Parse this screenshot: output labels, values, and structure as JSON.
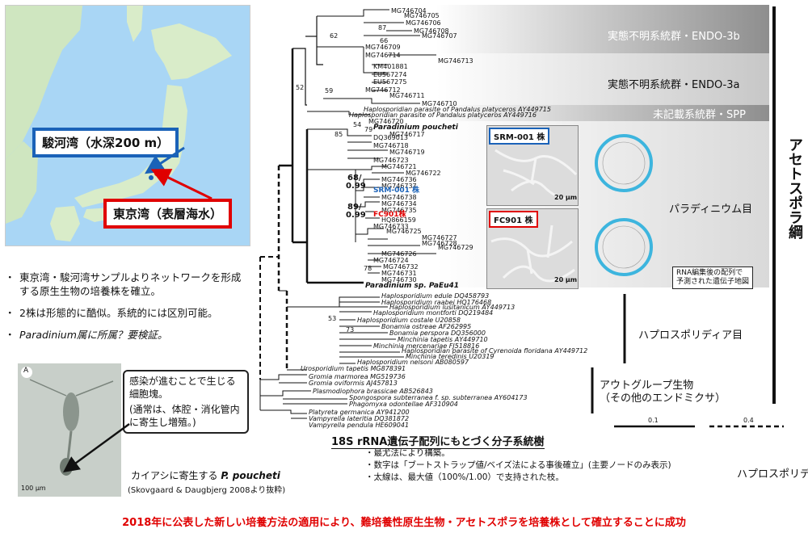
{
  "map": {
    "suruga_label": "駿河湾（水深200 m）",
    "suruga_color": "#1a62b8",
    "tokyo_label": "東京湾（表層海水）",
    "tokyo_color": "#e00000"
  },
  "bullets": [
    {
      "mark": "・",
      "text": "東京湾・駿河湾サンプルよりネットワークを形成する原生生物の培養株を確立。"
    },
    {
      "mark": "・",
      "text": "2株は形態的に酷似。系統的には区別可能。"
    },
    {
      "mark": "・",
      "text": "Paradinium属に所属？要検証。"
    }
  ],
  "copepod": {
    "panel_letter": "A",
    "scale": "100 μm",
    "infection_note": "感染が進むことで生じる細胞塊。",
    "normal_note": "(通常は、体腔・消化管内に寄生し増殖。)",
    "caption_prefix": "カイアシに寄生する",
    "caption_species": "P. poucheti",
    "caption_source": "(Skovgaard & Daugbjerg 2008より抜粋)"
  },
  "clades": {
    "endo3b": "実態不明系統群・ENDO-3b",
    "endo3a": "実態不明系統群・ENDO-3a",
    "spp": "未記載系統群・SPP",
    "paradinium": "パラディニウム目",
    "haplosporidia": "ハプロスポリディア目",
    "outgroup_1": "アウトグループ生物",
    "outgroup_2": "（その他のエンドミクサ）",
    "ascetosporea": "アセトスポラ綱",
    "haplo_cut": "ハプロスポリデ"
  },
  "photos": {
    "srm_tag": "SRM-001 株",
    "fc_tag": "FC901 株",
    "scale1": "20 μm",
    "scale2": "20 μm",
    "gene_map_caption_1": "RNA編集後の配列で",
    "gene_map_caption_2": "予測された遺伝子地図"
  },
  "scale_bars": {
    "solid": "0.1",
    "dashed": "0.4"
  },
  "tree_notes": {
    "title": "18S rRNA遺伝子配列にもとづく分子系統樹",
    "items": [
      "・最尤法により構築。",
      "・数字は「ブートストラップ値/ベイズ法による事後確立」(主要ノードのみ表示)",
      "・太線は、最大値（100%/1.00）で支持された枝。"
    ]
  },
  "footer": "2018年に公表した新しい培養方法の適用により、難培養性原生生物・アセトスポラを培養株として確立することに成功",
  "tree": {
    "leaves": [
      "MG746704",
      "MG746705",
      "MG746706",
      "MG746708",
      "MG746707",
      "MG746709",
      "MG746714",
      "MG746713",
      "KM401881",
      "EU567274",
      "EU567275",
      "MG746712",
      "MG746711",
      "MG746710",
      "Haplosporidian parasite of Pandalus platyceros AY449715",
      "Haplosporidian parasite of Pandalus platyceros AY449716",
      "MG746720",
      "Paradinium poucheti",
      "DQ369013",
      "MG746717",
      "MG746718",
      "MG746719",
      "MG746723",
      "MG746721",
      "MG746722",
      "MG746736",
      "MG746737",
      "SRM-001 株",
      "MG746738",
      "MG746734",
      "MG746735",
      "FC901株",
      "HQ866159",
      "MG746733",
      "MG746725",
      "MG746727",
      "MG746728",
      "MG746729",
      "MG746726",
      "MG746724",
      "MG746732",
      "MG746731",
      "MG746730",
      "Paradinium sp. PaEu41",
      "Haplosporidium edule DQ458793",
      "Haplosporidium raabei HQ176468",
      "Haplosporidium lusitanicum AY449713",
      "Haplosporidium montforti DQ219484",
      "Haplosporidium costale U20858",
      "Bonamia ostreae AF262995",
      "Bonamia perspora DQ356000",
      "Minchinia tapetis AY449710",
      "Minchinia mercenariae FJ518816",
      "Haplosporidian parasite of Cyrenoida floridana AY449712",
      "Minchinia teredinis U20319",
      "Haplosporidium nelsoni AB080597",
      "Urosporidium tapetis MG878391",
      "Gromia marmorea MG519736",
      "Gromia oviformis AJ457813",
      "Plasmodiophora brassicae AB526843",
      "Spongospora subterranea f. sp. subterranea AY604173",
      "Phagomyxa odontellae AF310904",
      "Platyreta germanica AY941200",
      "Vampyrella lateritia DQ381872",
      "Vampyrella pendula HE609041"
    ],
    "boot": [
      "62",
      "87",
      "66",
      "59",
      "52",
      "54",
      "79",
      "85",
      "68/",
      "0.99",
      "89/",
      "0.99",
      "78",
      "53",
      "73"
    ]
  }
}
